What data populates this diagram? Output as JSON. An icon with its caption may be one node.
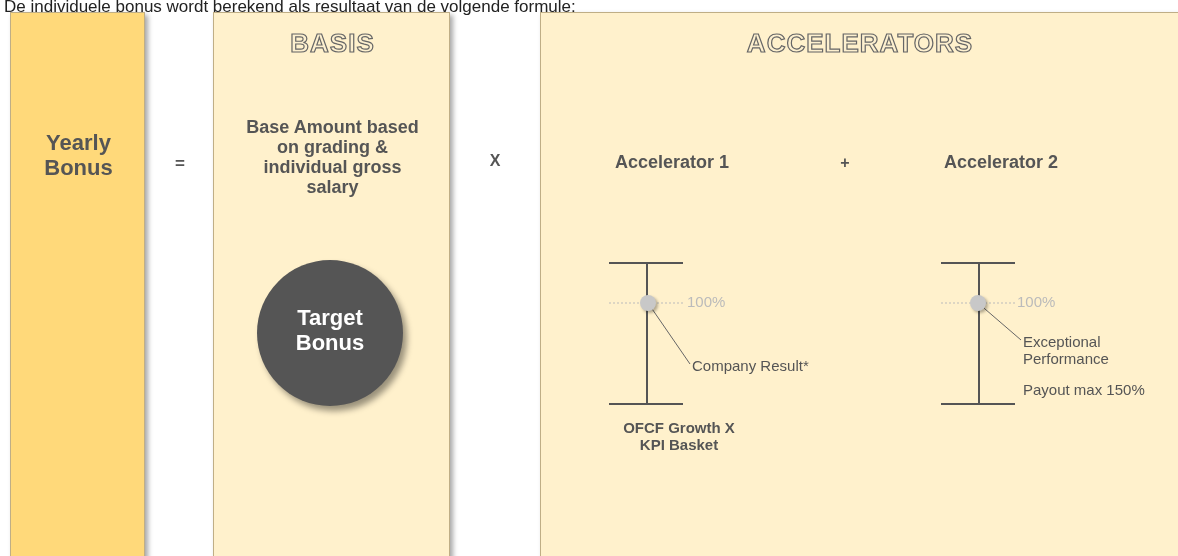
{
  "diagram": {
    "title": "De individuele bonus wordt berekend als resultaat van de volgende formule:",
    "nodes": [
      {
        "text": [
          "Yearly Bonus"
        ]
      },
      {
        "text": [
          "BASIS",
          "Base Amount based on grading & individual gross salary"
        ]
      },
      {
        "text": [
          "Target Bonus"
        ],
        "in": 1
      },
      {
        "text": [
          "ACCELERATORS"
        ]
      },
      {
        "text": [],
        "shape": "circle",
        "in": 3
      },
      {
        "text": [
          "Company Result*"
        ],
        "in": 3
      },
      {
        "text": [],
        "shape": "circle",
        "in": 3
      },
      {
        "text": [
          "Exceptional Performance"
        ],
        "in": 3
      }
    ],
    "edges": [
      {
        "from": 5,
        "to": 4,
        "arrow": "none"
      },
      {
        "from": 7,
        "to": 6,
        "arrow": "none"
      }
    ],
    "labels": [
      "=",
      "X",
      "Accelerator 1",
      "+",
      "Accelerator 2",
      "100%",
      "100%",
      "Payout max 150%",
      "OFCF Growth X KPI Basket"
    ]
  }
}
